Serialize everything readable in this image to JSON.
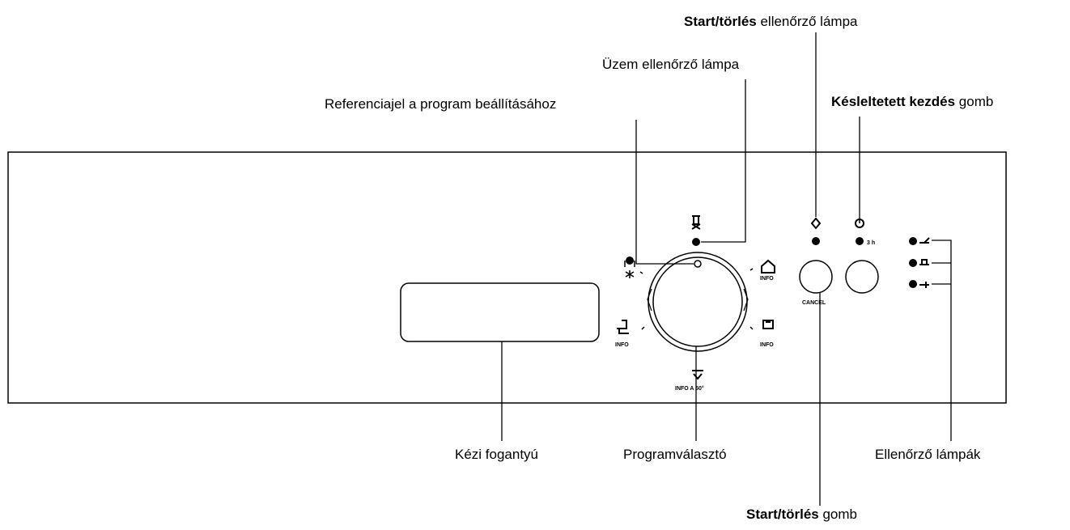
{
  "labels": {
    "start_cancel_lamp": {
      "bold": "Start/törlés",
      "rest": " ellenőrző lámpa"
    },
    "operation_lamp": {
      "text": "Üzem ellenőrző lámpa"
    },
    "reference_mark": {
      "text": "Referenciajel a program beállításához"
    },
    "delayed_start_button": {
      "bold": "Késleltetett kezdés",
      "rest": " gomb"
    },
    "manual_handle": {
      "text": "Kézi fogantyú"
    },
    "program_selector": {
      "text": "Programválasztó"
    },
    "indicator_lamps": {
      "text": "Ellenőrző lámpák"
    },
    "start_cancel_button": {
      "bold": "Start/törlés",
      "rest": " gomb"
    }
  },
  "panel_marks": {
    "cancel": "CANCEL",
    "delay": "3 h",
    "info_right_top": "INFO",
    "info_left": "INFO",
    "info_right_bottom": "INFO",
    "info_bottom": "INFO A 50°"
  },
  "colors": {
    "line": "#000000",
    "background": "#ffffff"
  }
}
